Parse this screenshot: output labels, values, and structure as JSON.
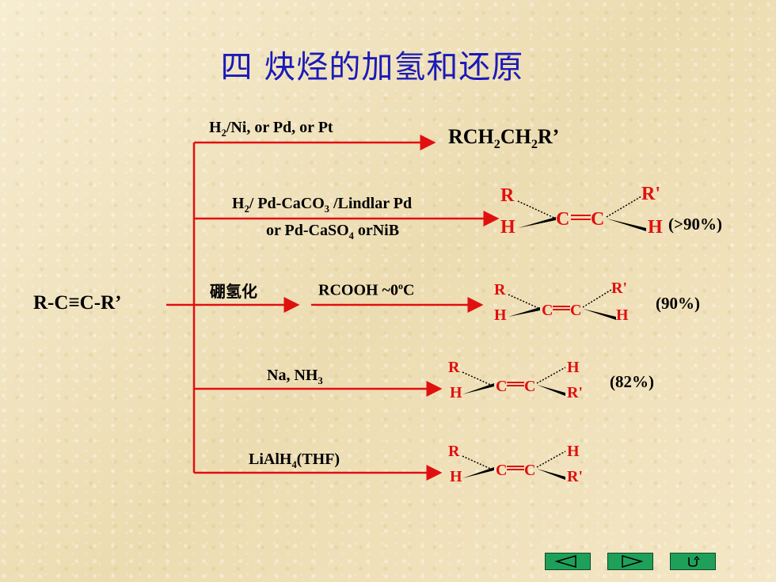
{
  "title": "四 炔烃的加氢和还原",
  "start": "R-C≡C-R’",
  "reactions": [
    {
      "cond_parts": [
        "H",
        "2",
        "/Ni,  or Pd,   or Pt"
      ],
      "product_parts": [
        "RCH",
        "2",
        "CH",
        "2",
        "R’"
      ]
    },
    {
      "cond_line1_parts": [
        "H",
        "2",
        "/ Pd-CaCO",
        "3",
        " /Lindlar Pd"
      ],
      "cond_line2_parts": [
        "or Pd-CaSO",
        "4",
        " orNiB"
      ],
      "yield": "(>90%)"
    },
    {
      "cond": "硼氢化",
      "cond2_parts": [
        "RCOOH   ~0",
        "o",
        "C"
      ],
      "yield": "(90%)"
    },
    {
      "cond_parts": [
        "Na, NH",
        "3"
      ],
      "yield": "(82%)"
    },
    {
      "cond_parts": [
        "LiAlH",
        "4",
        "(THF)"
      ]
    }
  ],
  "mol_labels": {
    "R": "R",
    "H": "H",
    "C": "C",
    "Rp": "R'"
  },
  "nav": {
    "prev_icon": "◀",
    "next_icon": "▶",
    "return_icon": "↶"
  },
  "colors": {
    "title": "#1a1ab8",
    "arrow": "#e01010",
    "nav": "#1fa05a"
  }
}
